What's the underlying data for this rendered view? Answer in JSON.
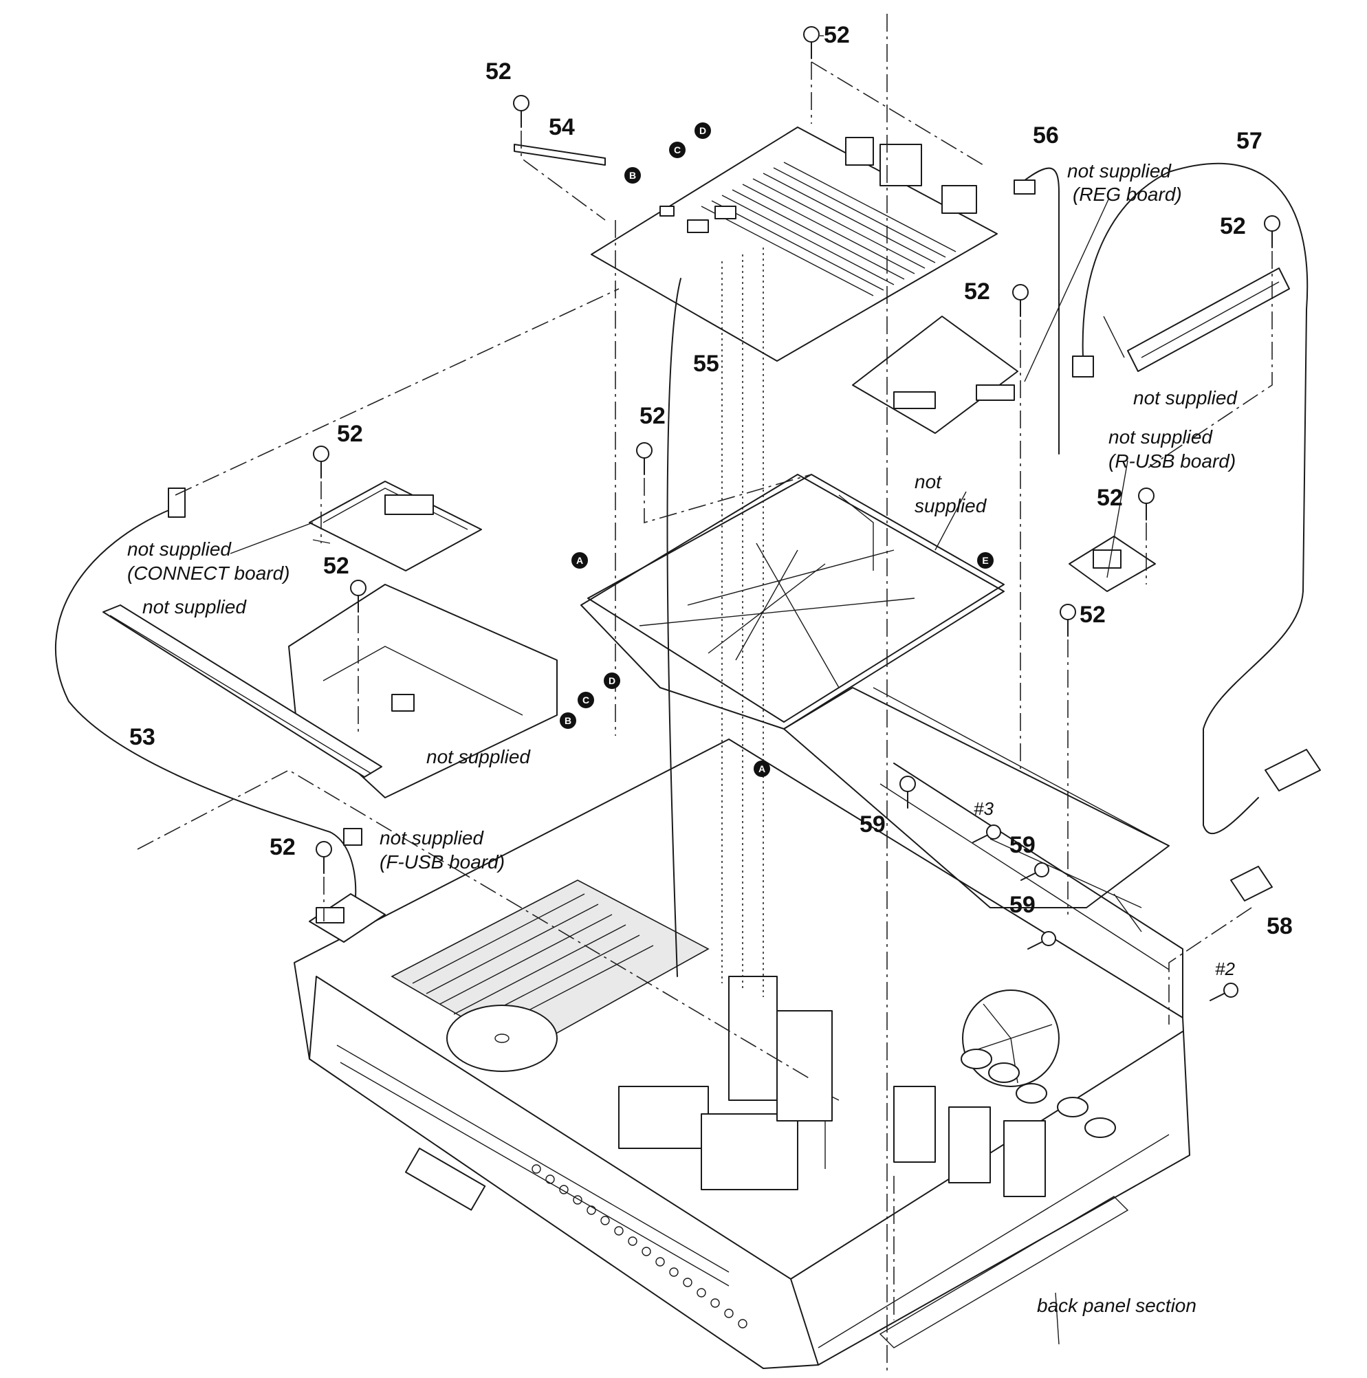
{
  "part_numbers": {
    "p52": "52",
    "p53": "53",
    "p54": "54",
    "p55": "55",
    "p56": "56",
    "p57": "57",
    "p58": "58",
    "p59": "59"
  },
  "screw_marks": {
    "m2": "#2",
    "m3": "#3"
  },
  "ref_markers": {
    "A": "A",
    "B": "B",
    "C": "C",
    "D": "D",
    "E": "E"
  },
  "notes": {
    "not_supplied": "not supplied",
    "reg_board": "(REG board)",
    "r_usb_board": "(R-USB board)",
    "connect_board": "(CONNECT board)",
    "f_usb_board": "(F-USB board)",
    "not_line1": "not",
    "supplied_line2": "supplied",
    "back_panel": "back panel section"
  }
}
